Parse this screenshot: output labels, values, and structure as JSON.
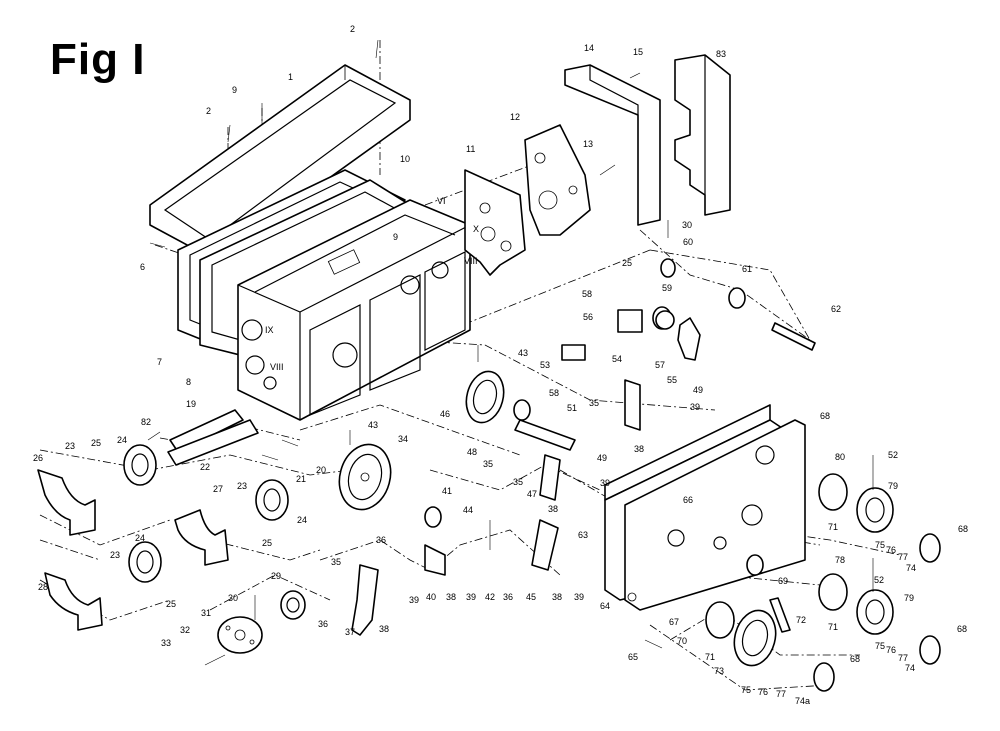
{
  "figure": {
    "title": "Fig I"
  },
  "part_labels": [
    "1",
    "2",
    "2",
    "9",
    "10",
    "6",
    "7",
    "8",
    "9",
    "11",
    "12",
    "13",
    "14",
    "15",
    "83",
    "30",
    "60",
    "61",
    "62",
    "25",
    "58",
    "59",
    "56",
    "57",
    "43",
    "53",
    "54",
    "55",
    "49",
    "39",
    "58",
    "51",
    "46",
    "35",
    "48",
    "35",
    "47",
    "38",
    "49",
    "39",
    "38",
    "43",
    "34",
    "35",
    "82",
    "19",
    "20",
    "21",
    "22",
    "23",
    "25",
    "24",
    "26",
    "27",
    "23",
    "24",
    "25",
    "23",
    "24",
    "25",
    "28",
    "29",
    "30",
    "31",
    "32",
    "33",
    "35",
    "36",
    "36",
    "37",
    "38",
    "39",
    "40",
    "38",
    "39",
    "41",
    "44",
    "42",
    "36",
    "45",
    "38",
    "39",
    "63",
    "64",
    "65",
    "66",
    "67",
    "68",
    "80",
    "79",
    "52",
    "71",
    "75",
    "76",
    "77",
    "74",
    "68",
    "78",
    "52",
    "79",
    "71",
    "75",
    "76",
    "77",
    "74",
    "68",
    "69",
    "70",
    "71",
    "72",
    "73",
    "75",
    "76",
    "77",
    "74a",
    "68"
  ],
  "roman_labels": [
    "VI",
    "X",
    "VIII",
    "IX",
    "VIII"
  ]
}
